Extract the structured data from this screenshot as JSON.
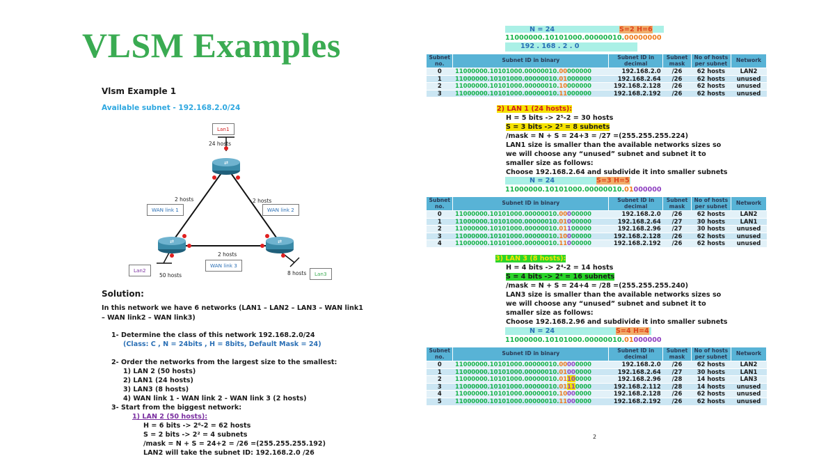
{
  "title": "VLSM Examples",
  "page_number": "2",
  "left": {
    "example_title": "Vlsm Example 1",
    "available_subnet": "Available subnet - 192.168.2.0/24",
    "diagram": {
      "lan1": "Lan1",
      "lan2": "Lan2",
      "lan3": "Lan3",
      "lan1_hosts": "24 hosts",
      "lan2_hosts": "50 hosts",
      "lan3_hosts": "8 hosts",
      "wan1": "WAN link 1",
      "wan2": "WAN link 2",
      "wan3": "WAN link 3",
      "wan1_hosts": "2 hosts",
      "wan2_hosts": "2 hosts",
      "wan3_hosts": "2 hosts"
    },
    "solution_heading": "Solution:",
    "intro_line1": "In this network we have 6 networks (LAN1 – LAN2 – LAN3 – WAN link1",
    "intro_line2": "– WAN link2 – WAN link3)",
    "step1": "1-  Determine the class of this network 192.168.2.0/24",
    "step1_detail": "(Class: C , N = 24bits , H = 8bits, Default Mask = 24)",
    "step2": "2-  Order the networks from the largest size to the smallest:",
    "order": [
      "1) LAN 2 (50 hosts)",
      "2) LAN1 (24 hosts)",
      "3) LAN3 (8 hosts)",
      "4) WAN link 1 - WAN link 2 - WAN link 3 (2 hosts)"
    ],
    "step3": "3-  Start from the biggest network:",
    "lan2_heading": "1) LAN 2 (50 hosts):",
    "lan2_lines": [
      "H = 6 bits -> 2⁶-2 = 62 hosts",
      "S = 2 bits -> 2² = 4 subnets",
      "/mask = N + S = 24+2 = /26 =(255.255.255.192)",
      "LAN2 will take the subnet ID: 192.168.2.0 /26"
    ]
  },
  "right": {
    "top_banner": {
      "n": "N = 24",
      "sh": "S=2 H=6",
      "binary_prefix": "11000000.10101000.00000010.",
      "binary_suffix": "00000000",
      "decimal": "192  .  168   .    2   .   0"
    },
    "headers": [
      "Subnet no.",
      "Subnet ID in binary",
      "Subnet ID in decimal",
      "Subnet mask",
      "No of hosts per subnet",
      "Network"
    ],
    "table1": [
      [
        "0",
        "11000000.10101000.00000010.",
        "00",
        "000000",
        "192.168.2.0",
        "/26",
        "62 hosts",
        "LAN2"
      ],
      [
        "1",
        "11000000.10101000.00000010.",
        "01",
        "000000",
        "192.168.2.64",
        "/26",
        "62 hosts",
        "unused"
      ],
      [
        "2",
        "11000000.10101000.00000010.",
        "10",
        "000000",
        "192.168.2.128",
        "/26",
        "62 hosts",
        "unused"
      ],
      [
        "3",
        "11000000.10101000.00000010.",
        "11",
        "000000",
        "192.168.2.192",
        "/26",
        "62 hosts",
        "unused"
      ]
    ],
    "lan1_heading": "2)  LAN 1 (24 hosts):",
    "lan1_lines": [
      "H = 5 bits -> 2⁵-2 = 30 hosts",
      "S = 3 bits -> 2³ = 8 subnets",
      "/mask = N + S = 24+3 = /27 =(255.255.255.224)",
      "LAN1 size is smaller than the available networks sizes so",
      "we will choose any “unused” subnet and subnet it to",
      "smaller size as follows:",
      "Choose 192.168.2.64 and subdivide it into smaller subnets"
    ],
    "banner2": {
      "n": "N = 24",
      "sh": "S=3 H=5",
      "binary_prefix": "11000000.10101000.00000010.",
      "binary_mid": "01",
      "binary_suffix": "000000"
    },
    "table2": [
      [
        "0",
        "11000000.10101000.00000010.",
        "00",
        "0",
        "00000",
        "192.168.2.0",
        "/26",
        "62 hosts",
        "LAN2"
      ],
      [
        "1",
        "11000000.10101000.00000010.",
        "01",
        "0",
        "00000",
        "192.168.2.64",
        "/27",
        "30 hosts",
        "LAN1"
      ],
      [
        "2",
        "11000000.10101000.00000010.",
        "01",
        "1",
        "00000",
        "192.168.2.96",
        "/27",
        "30 hosts",
        "unused"
      ],
      [
        "3",
        "11000000.10101000.00000010.",
        "10",
        "0",
        "00000",
        "192.168.2.128",
        "/26",
        "62 hosts",
        "unused"
      ],
      [
        "4",
        "11000000.10101000.00000010.",
        "11",
        "0",
        "00000",
        "192.168.2.192",
        "/26",
        "62 hosts",
        "unused"
      ]
    ],
    "lan3_heading": "3) LAN 3 (8 hosts):",
    "lan3_lines": [
      "H = 4 bits -> 2⁴-2 = 14 hosts",
      "S = 4 bits -> 2⁴ = 16 subnets",
      "/mask = N + S = 24+4 = /28 =(255.255.255.240)",
      "LAN3 size is smaller than the available networks sizes so",
      "we will choose any “unused” subnet and subnet it to",
      "smaller size as follows:",
      "Choose 192.168.2.96 and subdivide it into smaller subnets"
    ],
    "banner3": {
      "n": "N = 24",
      "sh": "S=4 H=4",
      "binary_prefix": "11000000.10101000.00000010.",
      "binary_mid": "01",
      "binary_suffix": "000000"
    },
    "table3": [
      [
        "0",
        "11000000.10101000.00000010.",
        "00",
        "00",
        "0000",
        "192.168.2.0",
        "/26",
        "62 hosts",
        "LAN2"
      ],
      [
        "1",
        "11000000.10101000.00000010.",
        "01",
        "00",
        "0000",
        "192.168.2.64",
        "/27",
        "30 hosts",
        "LAN1"
      ],
      [
        "2",
        "11000000.10101000.00000010.",
        "01",
        "10",
        "0000",
        "192.168.2.96",
        "/28",
        "14 hosts",
        "LAN3"
      ],
      [
        "3",
        "11000000.10101000.00000010.",
        "01",
        "11",
        "0000",
        "192.168.2.112",
        "/28",
        "14 hosts",
        "unused"
      ],
      [
        "4",
        "11000000.10101000.00000010.",
        "10",
        "00",
        "0000",
        "192.168.2.128",
        "/26",
        "62 hosts",
        "unused"
      ],
      [
        "5",
        "11000000.10101000.00000010.",
        "11",
        "00",
        "0000",
        "192.168.2.192",
        "/26",
        "62 hosts",
        "unused"
      ]
    ]
  }
}
